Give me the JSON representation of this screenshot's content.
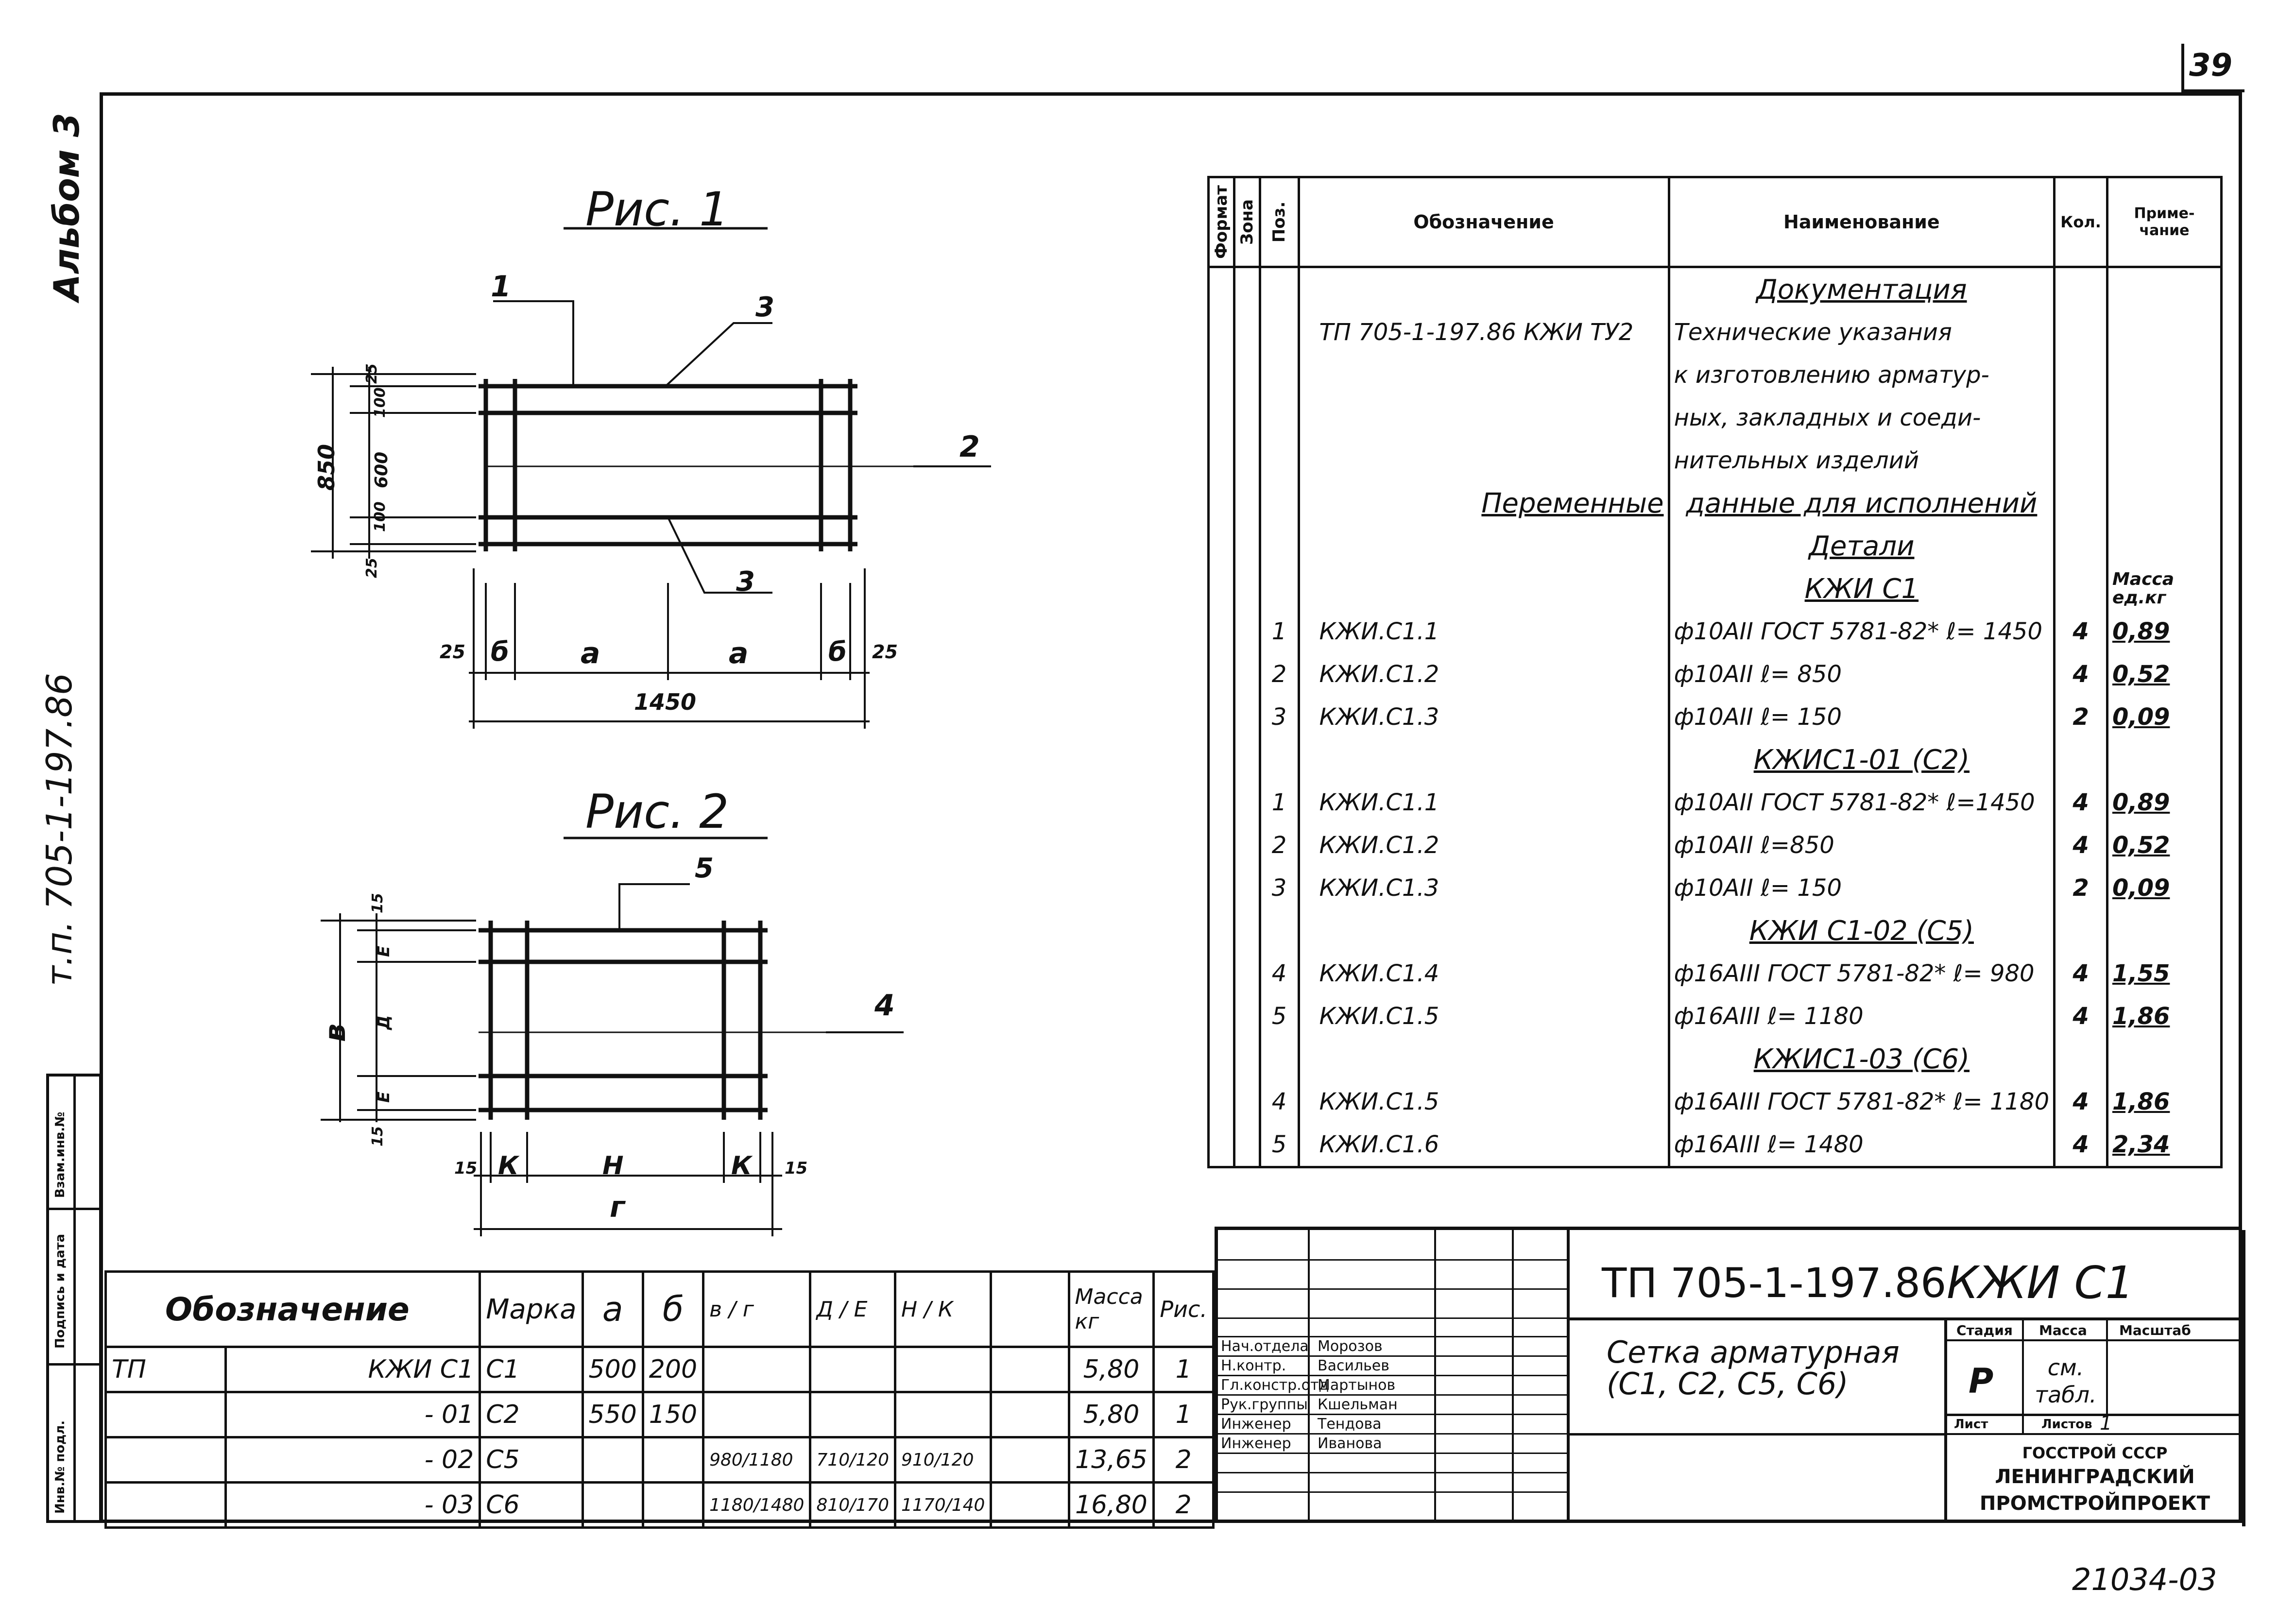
{
  "page": {
    "sheet_number": "39",
    "album": "Альбом 3",
    "side_code": "т.п. 705-1-197.86",
    "footer_code": "21034-03",
    "left_stamp_labels": [
      "Инв.№ подл.",
      "Подпись и дата",
      "Взам.инв.№"
    ]
  },
  "figures": {
    "fig1_title": "Рис. 1",
    "fig2_title": "Рис. 2",
    "fig1": {
      "callouts": [
        "1",
        "2",
        "3",
        "3"
      ],
      "dims_vertical": [
        "25",
        "100",
        "600",
        "100",
        "25"
      ],
      "dim_total_vertical": "850",
      "dims_horizontal": [
        "25",
        "б",
        "а",
        "а",
        "б",
        "25"
      ],
      "dim_total_horizontal": "1450"
    },
    "fig2": {
      "callouts": [
        "5",
        "4"
      ],
      "dims_vertical": [
        "15",
        "Е",
        "Д",
        "Е",
        "15"
      ],
      "dim_total_vertical": "в",
      "dims_horizontal": [
        "15",
        "К",
        "Н",
        "К",
        "15"
      ],
      "dim_total_horizontal": "г"
    }
  },
  "spec_table": {
    "headers": [
      "Формат",
      "Зона",
      "Поз.",
      "Обозначение",
      "Наименование",
      "Кол.",
      "Приме-чание"
    ],
    "rows": [
      {
        "pos": "",
        "designation": "",
        "name": "Документация",
        "qty": "",
        "note": "",
        "style": "section"
      },
      {
        "pos": "",
        "designation": "ТП 705-1-197.86 КЖИ ТУ2",
        "name": "Технические указания",
        "qty": "",
        "note": ""
      },
      {
        "pos": "",
        "designation": "",
        "name": "к изготовлению арматур-",
        "qty": "",
        "note": ""
      },
      {
        "pos": "",
        "designation": "",
        "name": "ных, закладных и соеди-",
        "qty": "",
        "note": ""
      },
      {
        "pos": "",
        "designation": "",
        "name": "нительных изделий",
        "qty": "",
        "note": ""
      },
      {
        "pos": "",
        "designation": "Переменные",
        "name": "данные для исполнений",
        "qty": "",
        "note": "",
        "style": "section"
      },
      {
        "pos": "",
        "designation": "",
        "name": "Детали",
        "qty": "",
        "note": "",
        "style": "section"
      },
      {
        "pos": "",
        "designation": "",
        "name": "КЖИ С1",
        "qty": "",
        "note": "Масса ед.кг",
        "style": "section"
      },
      {
        "pos": "1",
        "designation": "КЖИ.С1.1",
        "name": "ф10АII ГОСТ 5781-82* ℓ= 1450",
        "qty": "4",
        "note": "0,89"
      },
      {
        "pos": "2",
        "designation": "КЖИ.С1.2",
        "name": "ф10АII ℓ= 850",
        "qty": "4",
        "note": "0,52"
      },
      {
        "pos": "3",
        "designation": "КЖИ.С1.3",
        "name": "ф10АII ℓ= 150",
        "qty": "2",
        "note": "0,09"
      },
      {
        "pos": "",
        "designation": "",
        "name": "КЖИС1-01 (С2)",
        "qty": "",
        "note": "",
        "style": "section"
      },
      {
        "pos": "1",
        "designation": "КЖИ.С1.1",
        "name": "ф10АII ГОСТ 5781-82* ℓ=1450",
        "qty": "4",
        "note": "0,89"
      },
      {
        "pos": "2",
        "designation": "КЖИ.С1.2",
        "name": "ф10АII ℓ=850",
        "qty": "4",
        "note": "0,52"
      },
      {
        "pos": "3",
        "designation": "КЖИ.С1.3",
        "name": "ф10АII ℓ= 150",
        "qty": "2",
        "note": "0,09"
      },
      {
        "pos": "",
        "designation": "",
        "name": "КЖИ С1-02 (С5)",
        "qty": "",
        "note": "",
        "style": "section"
      },
      {
        "pos": "4",
        "designation": "КЖИ.С1.4",
        "name": "ф16АIII ГОСТ 5781-82* ℓ= 980",
        "qty": "4",
        "note": "1,55"
      },
      {
        "pos": "5",
        "designation": "КЖИ.С1.5",
        "name": "ф16АIII ℓ= 1180",
        "qty": "4",
        "note": "1,86"
      },
      {
        "pos": "",
        "designation": "",
        "name": "КЖИС1-03 (С6)",
        "qty": "",
        "note": "",
        "style": "section"
      },
      {
        "pos": "4",
        "designation": "КЖИ.С1.5",
        "name": "ф16АIII ГОСТ 5781-82* ℓ= 1180",
        "qty": "4",
        "note": "1,86"
      },
      {
        "pos": "5",
        "designation": "КЖИ.С1.6",
        "name": "ф16АIII ℓ= 1480",
        "qty": "4",
        "note": "2,34"
      }
    ]
  },
  "mark_table": {
    "headers": {
      "designation": "Обозначение",
      "mark": "Марка",
      "a": "а",
      "b": "б",
      "v_g": "в / г",
      "d_e": "Д / Е",
      "n_k": "Н / К",
      "blank": "",
      "mass": "Масса кг",
      "fig": "Рис."
    },
    "rows": [
      {
        "prefix": "ТП",
        "designation": "КЖИ С1",
        "mark": "С1",
        "a": "500",
        "b": "200",
        "v_g": "",
        "d_e": "",
        "n_k": "",
        "mass": "5,80",
        "fig": "1"
      },
      {
        "prefix": "",
        "designation": "- 01",
        "mark": "С2",
        "a": "550",
        "b": "150",
        "v_g": "",
        "d_e": "",
        "n_k": "",
        "mass": "5,80",
        "fig": "1"
      },
      {
        "prefix": "",
        "designation": "- 02",
        "mark": "С5",
        "a": "",
        "b": "",
        "v_g": "980/1180",
        "d_e": "710/120",
        "n_k": "910/120",
        "mass": "13,65",
        "fig": "2"
      },
      {
        "prefix": "",
        "designation": "- 03",
        "mark": "С6",
        "a": "",
        "b": "",
        "v_g": "1180/1480",
        "d_e": "810/170",
        "n_k": "1170/140",
        "mass": "16,80",
        "fig": "2"
      }
    ]
  },
  "title_block": {
    "code": "ТП 705-1-197.86",
    "mark": "КЖИ С1",
    "name_line1": "Сетка арматурная",
    "name_line2": "(С1, С2, С5, С6)",
    "stage_label": "Стадия",
    "mass_label": "Масса",
    "scale_label": "Масштаб",
    "stage": "Р",
    "mass": "см. табл.",
    "sheet_label": "Лист",
    "sheets_label": "Листов",
    "sheets": "1",
    "org_line1": "ГОССТРОЙ СССР",
    "org_line2": "ЛЕНИНГРАДСКИЙ",
    "org_line3": "ПРОМСТРОЙПРОЕКТ",
    "signatures": [
      {
        "role": "Нач.отдела",
        "name": "Морозов"
      },
      {
        "role": "Н.контр.",
        "name": "Васильев"
      },
      {
        "role": "Гл.констр.отд",
        "name": "Мартынов"
      },
      {
        "role": "Рук.группы",
        "name": "Кшельман"
      },
      {
        "role": "Инженер",
        "name": "Тендова"
      },
      {
        "role": "Инженер",
        "name": "Иванова"
      }
    ]
  }
}
